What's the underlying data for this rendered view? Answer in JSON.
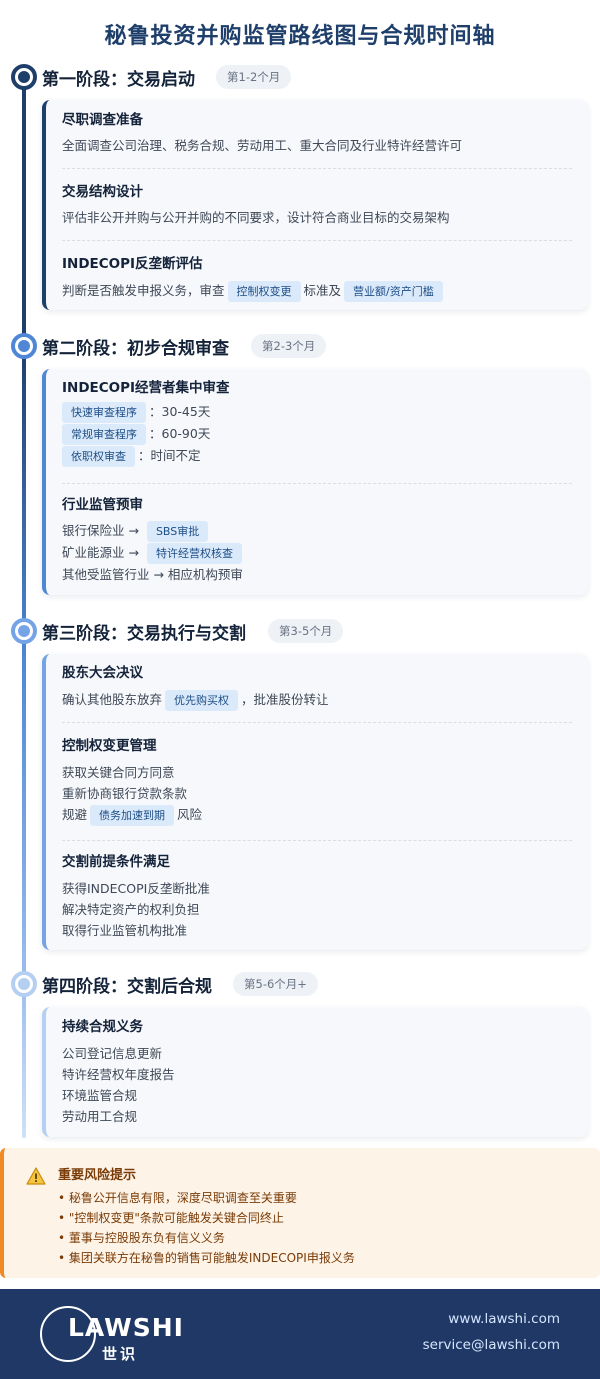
{
  "title": "秘鲁投资并购监管路线图与合规时间轴",
  "stage1": {
    "title": "第一阶段：交易启动",
    "period": "第1-2个月",
    "sec1": {
      "title": "尽职调查准备",
      "text": "全面调查公司治理、税务合规、劳动用工、重大合同及行业特许经营许可"
    },
    "sec2": {
      "title": "交易结构设计",
      "text": "评估非公开并购与公开并购的不同要求，设计符合商业目标的交易架构"
    },
    "sec3": {
      "title": "INDECOPI反垄断评估",
      "text_a": "判断是否触发申报义务，审查",
      "tag_a": "控制权变更",
      "text_b": "标准及",
      "tag_b": "营业额/资产门槛"
    }
  },
  "stage2": {
    "title": "第二阶段：初步合规审查",
    "period": "第2-3个月",
    "sec1": {
      "title": "INDECOPI经营者集中审查",
      "rows": [
        {
          "tag": "快速审查程序",
          "text": "：30-45天"
        },
        {
          "tag": "常规审查程序",
          "text": "：60-90天"
        },
        {
          "tag": "依职权审查",
          "text": "：时间不定"
        }
      ]
    },
    "sec2": {
      "title": "行业监管预审",
      "row1": {
        "text": "银行保险业 →",
        "tag": "SBS审批"
      },
      "row2": {
        "text": "矿业能源业 →",
        "tag": "特许经营权核查"
      },
      "row3": "其他受监管行业 → 相应机构预审"
    }
  },
  "stage3": {
    "title": "第三阶段：交易执行与交割",
    "period": "第3-5个月",
    "sec1": {
      "title": "股东大会决议",
      "text_a": "确认其他股东放弃",
      "tag": "优先购买权",
      "text_b": "，批准股份转让"
    },
    "sec2": {
      "title": "控制权变更管理",
      "line1": "获取关键合同方同意",
      "line2": "重新协商银行贷款条款",
      "line3_a": "规避",
      "line3_tag": "债务加速到期",
      "line3_b": "风险"
    },
    "sec3": {
      "title": "交割前提条件满足",
      "line1": "获得INDECOPI反垄断批准",
      "line2": "解决特定资产的权利负担",
      "line3": "取得行业监管机构批准"
    }
  },
  "stage4": {
    "title": "第四阶段：交割后合规",
    "period": "第5-6个月+",
    "sec1": {
      "title": "持续合规义务",
      "line1": "公司登记信息更新",
      "line2": "特许经营权年度报告",
      "line3": "环境监管合规",
      "line4": "劳动用工合规"
    }
  },
  "risk": {
    "title": "重要风险提示",
    "items": [
      "• 秘鲁公开信息有限，深度尽职调查至关重要",
      "• \"控制权变更\"条款可能触发关键合同终止",
      "• 董事与控股股东负有信义义务",
      "• 集团关联方在秘鲁的销售可能触发INDECOPI申报义务"
    ]
  },
  "footer": {
    "logo_text": "LAWSHI",
    "logo_sub": "世识",
    "website": "www.lawshi.com",
    "email": "service@lawshi.com"
  },
  "colors": {
    "primary": "#1f3f6b",
    "accent": "#4f87d6",
    "tag_bg": "#dbeafb",
    "warning": "#f08a24",
    "footer_bg": "#1f3865"
  }
}
